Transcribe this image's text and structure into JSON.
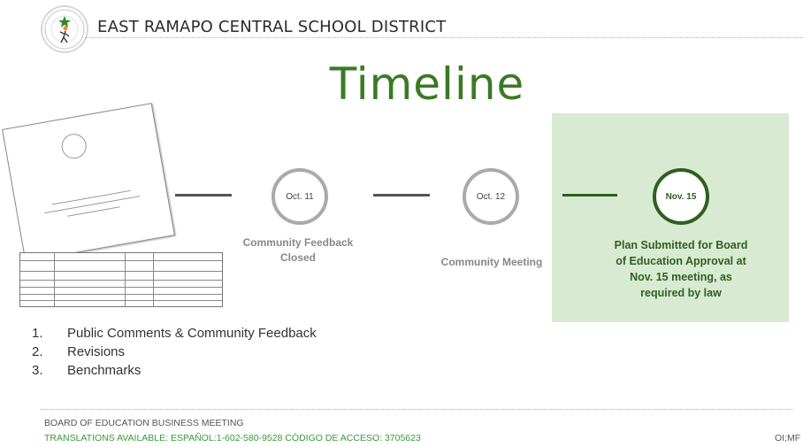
{
  "header": {
    "district_name": "EAST RAMAPO CENTRAL SCHOOL DISTRICT"
  },
  "title": "Timeline",
  "timeline": [
    {
      "date": "Oct. 11",
      "label_line1": "Community Feedback",
      "label_line2": "Closed"
    },
    {
      "date": "Oct. 12",
      "label_line1": "Community Meeting",
      "label_line2": ""
    },
    {
      "date": "Nov. 15",
      "label_line1": "Plan Submitted for Board",
      "label_line2": "of Education Approval at",
      "label_line3": "Nov. 15 meeting, as",
      "label_line4": "required by law"
    }
  ],
  "list": [
    {
      "num": "1.",
      "text": "Public Comments & Community Feedback"
    },
    {
      "num": "2.",
      "text": "Revisions"
    },
    {
      "num": "3.",
      "text": "Benchmarks"
    }
  ],
  "footer": {
    "line1": "BOARD OF EDUCATION BUSINESS MEETING",
    "line2": "TRANSLATIONS AVAILABLE: ESPAÑOL:1-602-580-9528 CÓDIGO DE ACCESO: 3705623",
    "code": "OI;MF"
  },
  "colors": {
    "title_green": "#3a7a23",
    "dark_green": "#2f5f1f",
    "highlight_bg": "#d9ead3",
    "rule_orange": "#f0a25a"
  },
  "icons": {
    "logo": "district-seal-icon"
  }
}
